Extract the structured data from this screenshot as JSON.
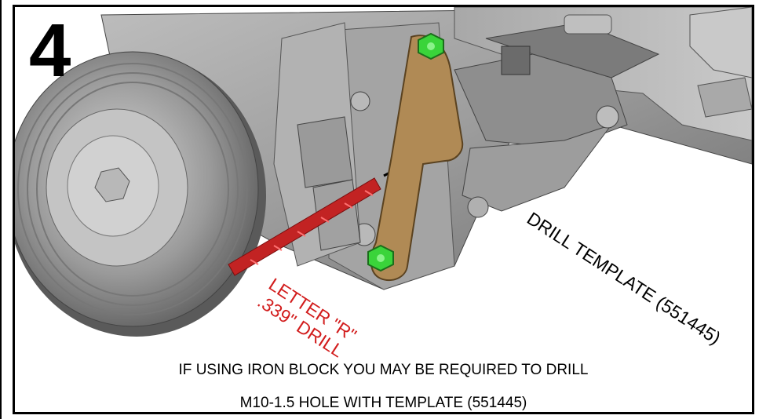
{
  "step": {
    "number": "4"
  },
  "labels": {
    "drill_letter": "LETTER \"R\"",
    "drill_size": ".339\" DRILL",
    "template": "DRILL TEMPLATE (551445)"
  },
  "notes": {
    "line1": "IF USING IRON BLOCK YOU MAY BE REQUIRED TO DRILL",
    "line2": "M10-1.5 HOLE WITH TEMPLATE (551445)"
  },
  "colors": {
    "drill_bit": "#c22323",
    "drill_label": "#d21d1d",
    "template_bracket": "#b08a55",
    "bolt": "#3ad43a",
    "engine_gray": "#8c8c8c"
  },
  "icons": [
    "drill-bit-icon",
    "bolt-icon"
  ]
}
